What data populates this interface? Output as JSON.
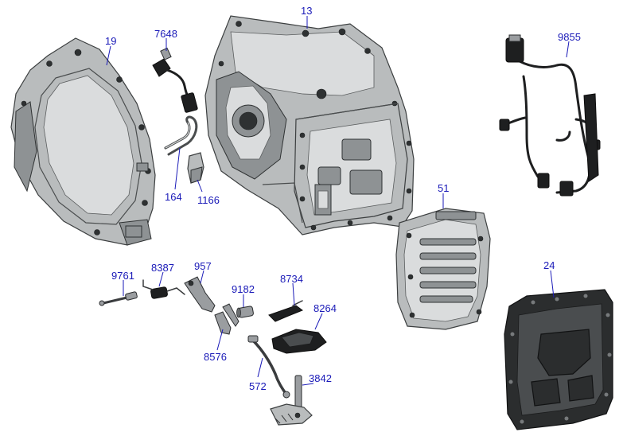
{
  "callouts": [
    {
      "id": "19",
      "text": "19"
    },
    {
      "id": "7648",
      "text": "7648"
    },
    {
      "id": "13",
      "text": "13"
    },
    {
      "id": "9855",
      "text": "9855"
    },
    {
      "id": "164",
      "text": "164"
    },
    {
      "id": "1166",
      "text": "1166"
    },
    {
      "id": "51",
      "text": "51"
    },
    {
      "id": "24",
      "text": "24"
    },
    {
      "id": "9761",
      "text": "9761"
    },
    {
      "id": "8387",
      "text": "8387"
    },
    {
      "id": "957",
      "text": "957"
    },
    {
      "id": "9182",
      "text": "9182"
    },
    {
      "id": "8734",
      "text": "8734"
    },
    {
      "id": "8264",
      "text": "8264"
    },
    {
      "id": "8576",
      "text": "8576"
    },
    {
      "id": "572",
      "text": "572"
    },
    {
      "id": "3842",
      "text": "3842"
    }
  ],
  "colors": {
    "callout": "#1a1ab8",
    "casting": "#b9bcbd",
    "pan": "#2b2d2e",
    "background": "#ffffff"
  }
}
